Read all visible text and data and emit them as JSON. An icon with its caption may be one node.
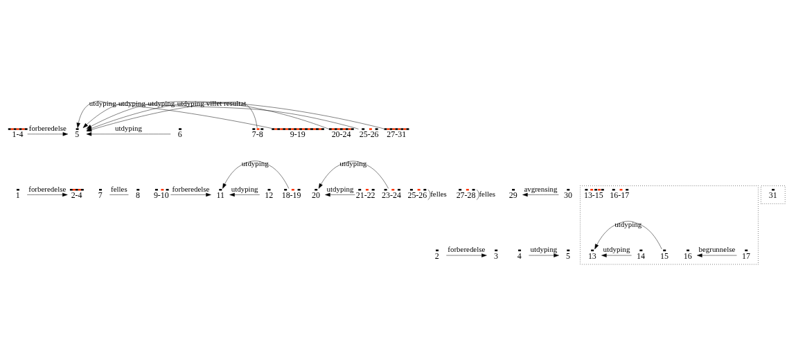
{
  "diagram": {
    "nodes": [
      {
        "text": [
          "1-4"
        ]
      },
      {
        "text": [
          "5"
        ]
      },
      {
        "text": [
          "6"
        ]
      },
      {
        "text": [
          "7-8"
        ]
      },
      {
        "text": [
          "9-19"
        ]
      },
      {
        "text": [
          "20-24"
        ]
      },
      {
        "text": [
          "25-26"
        ]
      },
      {
        "text": [
          "27-31"
        ]
      },
      {
        "text": [
          "1"
        ]
      },
      {
        "text": [
          "2-4"
        ]
      },
      {
        "text": [
          "7"
        ]
      },
      {
        "text": [
          "8"
        ]
      },
      {
        "text": [
          "9-10"
        ]
      },
      {
        "text": [
          "11"
        ]
      },
      {
        "text": [
          "12"
        ]
      },
      {
        "text": [],
        "shape": "box"
      },
      {
        "text": [
          "13-15"
        ],
        "in": 15
      },
      {
        "text": [
          "16-17"
        ],
        "in": 15
      },
      {
        "text": [
          "18-19"
        ]
      },
      {
        "text": [
          "20"
        ]
      },
      {
        "text": [
          "21-22"
        ]
      },
      {
        "text": [
          "23-24"
        ]
      },
      {
        "text": [
          "25-26"
        ]
      },
      {
        "text": [
          "27-28"
        ]
      },
      {
        "text": [
          "29"
        ]
      },
      {
        "text": [
          "30"
        ]
      },
      {
        "text": [],
        "shape": "box"
      },
      {
        "text": [
          "31"
        ],
        "in": 26
      },
      {
        "text": [
          "2"
        ]
      },
      {
        "text": [
          "3"
        ]
      },
      {
        "text": [
          "4"
        ]
      },
      {
        "text": [
          "5"
        ]
      },
      {
        "text": [
          "13"
        ],
        "in": 15
      },
      {
        "text": [
          "14"
        ],
        "in": 15
      },
      {
        "text": [
          "15"
        ],
        "in": 15
      },
      {
        "text": [
          "16"
        ],
        "in": 15
      },
      {
        "text": [
          "17"
        ],
        "in": 15
      }
    ],
    "edges": [
      {
        "from": 0,
        "to": 1,
        "arrow": "to",
        "label": "forberedelse"
      },
      {
        "from": 2,
        "to": 1,
        "arrow": "to",
        "label": "utdyping"
      },
      {
        "from": 3,
        "to": 1,
        "arrow": "to",
        "label": "villet resultat"
      },
      {
        "from": 4,
        "to": 1,
        "arrow": "to",
        "label": "utdyping"
      },
      {
        "from": 5,
        "to": 1,
        "arrow": "to",
        "label": "utdyping"
      },
      {
        "from": 6,
        "to": 1,
        "arrow": "to",
        "label": "utdyping"
      },
      {
        "from": 7,
        "to": 1,
        "arrow": "to",
        "label": "utdyping"
      },
      {
        "from": 8,
        "to": 9,
        "arrow": "to",
        "label": "forberedelse"
      },
      {
        "from": 10,
        "to": 11,
        "arrow": "none",
        "label": "felles"
      },
      {
        "from": 12,
        "to": 13,
        "arrow": "to",
        "label": "forberedelse"
      },
      {
        "from": 14,
        "to": 13,
        "arrow": "to",
        "label": "utdyping"
      },
      {
        "from": 18,
        "to": 13,
        "arrow": "to",
        "label": "utdyping"
      },
      {
        "from": 20,
        "to": 19,
        "arrow": "to",
        "label": "utdyping"
      },
      {
        "from": 21,
        "to": 19,
        "arrow": "to",
        "label": "utdyping"
      },
      {
        "from": 22,
        "to": 22,
        "arrow": "none",
        "label": "felles"
      },
      {
        "from": 23,
        "to": 23,
        "arrow": "none",
        "label": "felles"
      },
      {
        "from": 25,
        "to": 24,
        "arrow": "to",
        "label": "avgrensing"
      },
      {
        "from": 28,
        "to": 29,
        "arrow": "to",
        "label": "forberedelse"
      },
      {
        "from": 30,
        "to": 31,
        "arrow": "to",
        "label": "utdyping"
      },
      {
        "from": 33,
        "to": 32,
        "arrow": "to",
        "label": "utdyping"
      },
      {
        "from": 34,
        "to": 32,
        "arrow": "to",
        "label": "utdyping"
      },
      {
        "from": 36,
        "to": 35,
        "arrow": "to",
        "label": "begrunnelse"
      }
    ]
  }
}
